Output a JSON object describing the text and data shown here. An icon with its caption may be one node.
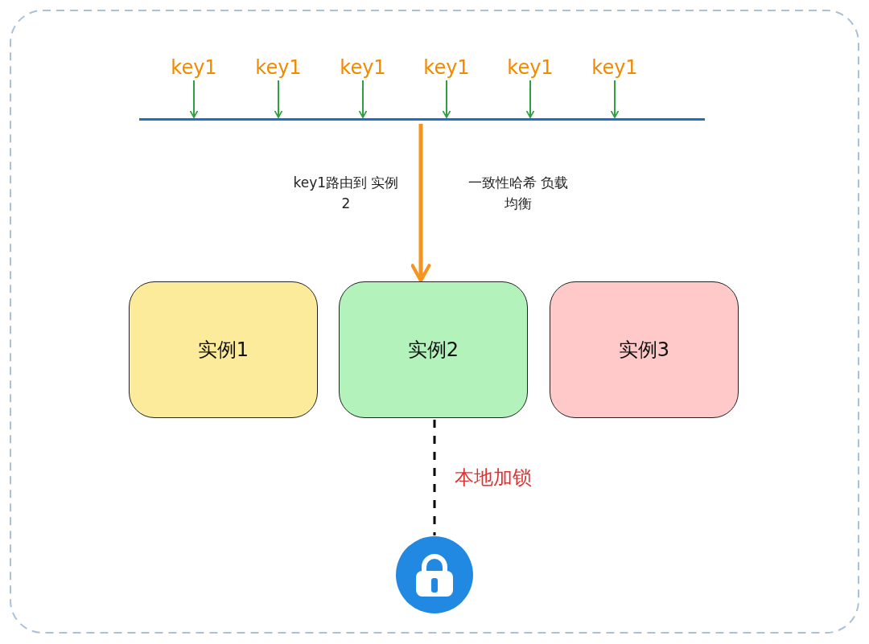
{
  "diagram": {
    "nodes": [
      {
        "text": [
          "key1"
        ]
      },
      {
        "text": [
          "key1"
        ]
      },
      {
        "text": [
          "key1"
        ]
      },
      {
        "text": [
          "key1"
        ]
      },
      {
        "text": [
          "key1"
        ]
      },
      {
        "text": [
          "key1"
        ]
      },
      {
        "text": [],
        "shape": "bar"
      },
      {
        "text": [
          "实例1"
        ]
      },
      {
        "text": [
          "实例2"
        ]
      },
      {
        "text": [
          "实例3"
        ]
      },
      {
        "text": [],
        "shape": "circle"
      }
    ],
    "edges": [
      {
        "from": 0,
        "to": 6,
        "arrow": "to"
      },
      {
        "from": 1,
        "to": 6,
        "arrow": "to"
      },
      {
        "from": 2,
        "to": 6,
        "arrow": "to"
      },
      {
        "from": 3,
        "to": 6,
        "arrow": "to"
      },
      {
        "from": 4,
        "to": 6,
        "arrow": "to"
      },
      {
        "from": 5,
        "to": 6,
        "arrow": "to"
      },
      {
        "from": 6,
        "to": 8,
        "arrow": "to",
        "style": "thick",
        "color": "#f7931e"
      },
      {
        "from": 8,
        "to": 10,
        "arrow": "none",
        "label": "本地加锁",
        "style": "dashed",
        "color": "#000000"
      }
    ],
    "labels": [
      "key1路由到 实例2",
      "一致性哈希 负载均衡"
    ]
  }
}
